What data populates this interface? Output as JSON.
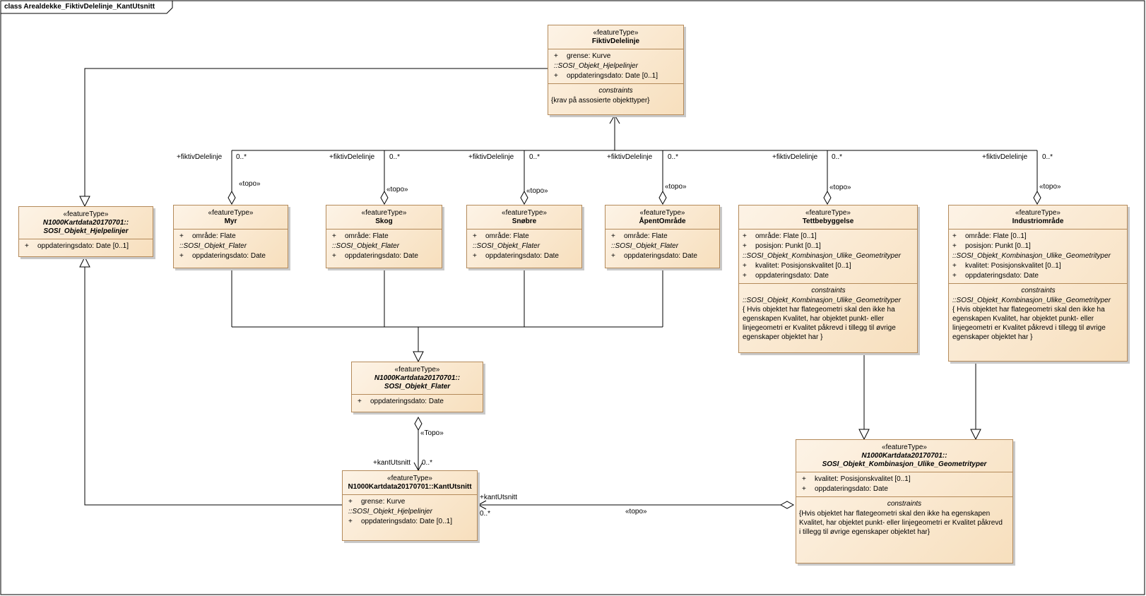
{
  "frame": {
    "title": "class Arealdekke_FiktivDelelinje_KantUtsnitt"
  },
  "classes": {
    "fiktivdelelinje": {
      "stereotype": "«featureType»",
      "name": "FiktivDelelinje",
      "attrs": [
        {
          "vis": "+",
          "text": "grense: Kurve"
        },
        {
          "group": "::SOSI_Objekt_Hjelpelinjer"
        },
        {
          "vis": "+",
          "text": "oppdateringsdato: Date [0..1]"
        }
      ],
      "constraints_title": "constraints",
      "constraints": [
        "{krav på assosierte objekttyper}"
      ]
    },
    "hjelpelinjer": {
      "stereotype": "«featureType»",
      "name1": "N1000Kartdata20170701::",
      "name2": "SOSI_Objekt_Hjelpelinjer",
      "attrs": [
        {
          "vis": "+",
          "text": "oppdateringsdato: Date [0..1]"
        }
      ]
    },
    "myr": {
      "stereotype": "«featureType»",
      "name": "Myr",
      "attrs": [
        {
          "vis": "+",
          "text": "område: Flate"
        },
        {
          "group": "::SOSI_Objekt_Flater"
        },
        {
          "vis": "+",
          "text": "oppdateringsdato: Date"
        }
      ]
    },
    "skog": {
      "stereotype": "«featureType»",
      "name": "Skog",
      "attrs": [
        {
          "vis": "+",
          "text": "område: Flate"
        },
        {
          "group": "::SOSI_Objekt_Flater"
        },
        {
          "vis": "+",
          "text": "oppdateringsdato: Date"
        }
      ]
    },
    "snobre": {
      "stereotype": "«featureType»",
      "name": "Snøbre",
      "attrs": [
        {
          "vis": "+",
          "text": "område: Flate"
        },
        {
          "group": "::SOSI_Objekt_Flater"
        },
        {
          "vis": "+",
          "text": "oppdateringsdato: Date"
        }
      ]
    },
    "apentomrade": {
      "stereotype": "«featureType»",
      "name": "ÅpentOmråde",
      "attrs": [
        {
          "vis": "+",
          "text": "område: Flate"
        },
        {
          "group": "::SOSI_Objekt_Flater"
        },
        {
          "vis": "+",
          "text": "oppdateringsdato: Date"
        }
      ]
    },
    "tettbebyggelse": {
      "stereotype": "«featureType»",
      "name": "Tettbebyggelse",
      "attrs": [
        {
          "vis": "+",
          "text": "område: Flate [0..1]"
        },
        {
          "vis": "+",
          "text": "posisjon: Punkt [0..1]"
        },
        {
          "group": "::SOSI_Objekt_Kombinasjon_Ulike_Geometrityper"
        },
        {
          "vis": "+",
          "text": "kvalitet: Posisjonskvalitet [0..1]"
        },
        {
          "vis": "+",
          "text": "oppdateringsdato: Date"
        }
      ],
      "constraints_title": "constraints",
      "constraints_group": "::SOSI_Objekt_Kombinasjon_Ulike_Geometrityper",
      "constraints": [
        "{ Hvis objektet har flategeometri skal den ikke ha",
        "egenskapen Kvalitet, har objektet punkt- eller",
        "linjegeometri er Kvalitet påkrevd i tillegg til øvrige",
        "egenskaper objektet har }"
      ]
    },
    "industriomrade": {
      "stereotype": "«featureType»",
      "name": "Industriområde",
      "attrs": [
        {
          "vis": "+",
          "text": "område: Flate [0..1]"
        },
        {
          "vis": "+",
          "text": "posisjon: Punkt [0..1]"
        },
        {
          "group": "::SOSI_Objekt_Kombinasjon_Ulike_Geometrityper"
        },
        {
          "vis": "+",
          "text": "kvalitet: Posisjonskvalitet [0..1]"
        },
        {
          "vis": "+",
          "text": "oppdateringsdato: Date"
        }
      ],
      "constraints_title": "constraints",
      "constraints_group": "::SOSI_Objekt_Kombinasjon_Ulike_Geometrityper",
      "constraints": [
        "{ Hvis objektet har flategeometri skal den ikke ha",
        "egenskapen Kvalitet, har objektet punkt- eller",
        "linjegeometri er Kvalitet påkrevd i tillegg til øvrige",
        "egenskaper objektet har }"
      ]
    },
    "flater": {
      "stereotype": "«featureType»",
      "name1": "N1000Kartdata20170701::",
      "name2": "SOSI_Objekt_Flater",
      "attrs": [
        {
          "vis": "+",
          "text": "oppdateringsdato: Date"
        }
      ]
    },
    "kantutsnitt": {
      "stereotype": "«featureType»",
      "name": "N1000Kartdata20170701::KantUtsnitt",
      "attrs": [
        {
          "vis": "+",
          "text": "grense: Kurve"
        },
        {
          "group": "::SOSI_Objekt_Hjelpelinjer"
        },
        {
          "vis": "+",
          "text": "oppdateringsdato: Date [0..1]"
        }
      ]
    },
    "kombinasjon": {
      "stereotype": "«featureType»",
      "name1": "N1000Kartdata20170701::",
      "name2": "SOSI_Objekt_Kombinasjon_Ulike_Geometrityper",
      "attrs": [
        {
          "vis": "+",
          "text": "kvalitet: Posisjonskvalitet [0..1]"
        },
        {
          "vis": "+",
          "text": "oppdateringsdato: Date"
        }
      ],
      "constraints_title": "constraints",
      "constraints": [
        "{Hvis objektet har flategeometri skal den ikke ha egenskapen",
        "Kvalitet, har objektet punkt- eller linjegeometri er Kvalitet påkrevd",
        "i tillegg til øvrige egenskaper objektet har}"
      ]
    }
  },
  "labels": {
    "role_fiktiv": "+fiktivDelelinje",
    "mult_many": "0..*",
    "topo": "«topo»",
    "topo_cap": "«Topo»",
    "role_kant": "+kantUtsnitt"
  }
}
